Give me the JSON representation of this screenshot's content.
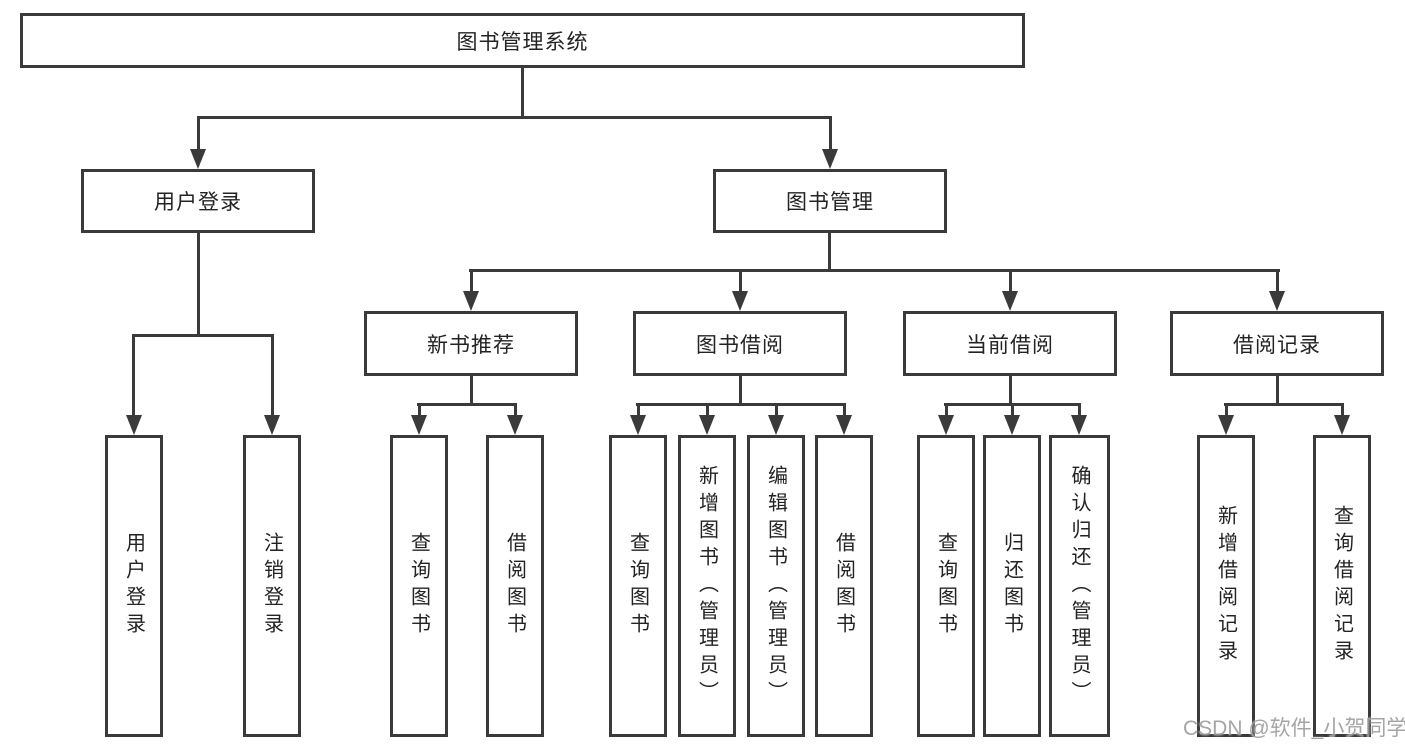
{
  "diagram": {
    "root": {
      "label": "图书管理系统"
    },
    "level2": [
      {
        "id": "user-login",
        "label": "用户登录"
      },
      {
        "id": "book-management",
        "label": "图书管理"
      }
    ],
    "level3": [
      {
        "id": "new-book-recommend",
        "parent": "图书管理",
        "label": "新书推荐"
      },
      {
        "id": "book-borrowing",
        "parent": "图书管理",
        "label": "图书借阅"
      },
      {
        "id": "current-borrowing",
        "parent": "图书管理",
        "label": "当前借阅"
      },
      {
        "id": "borrow-records",
        "parent": "图书管理",
        "label": "借阅记录"
      }
    ],
    "leaves": [
      {
        "parent": "用户登录",
        "label": "用户登录"
      },
      {
        "parent": "用户登录",
        "label": "注销登录"
      },
      {
        "parent": "新书推荐",
        "label": "查询图书"
      },
      {
        "parent": "新书推荐",
        "label": "借阅图书"
      },
      {
        "parent": "图书借阅",
        "label": "查询图书"
      },
      {
        "parent": "图书借阅",
        "label": "新增图书（管理员）"
      },
      {
        "parent": "图书借阅",
        "label": "编辑图书（管理员）"
      },
      {
        "parent": "图书借阅",
        "label": "借阅图书"
      },
      {
        "parent": "当前借阅",
        "label": "查询图书"
      },
      {
        "parent": "当前借阅",
        "label": "归还图书"
      },
      {
        "parent": "当前借阅",
        "label": "确认归还（管理员）"
      },
      {
        "parent": "借阅记录",
        "label": "新增借阅记录"
      },
      {
        "parent": "借阅记录",
        "label": "查询借阅记录"
      }
    ]
  },
  "watermark": {
    "text": "CSDN @软件_小贺同学"
  },
  "colors": {
    "line": "#3a3a3a",
    "text": "#232323",
    "watermark": "#9e9e9e",
    "background": "#ffffff"
  }
}
